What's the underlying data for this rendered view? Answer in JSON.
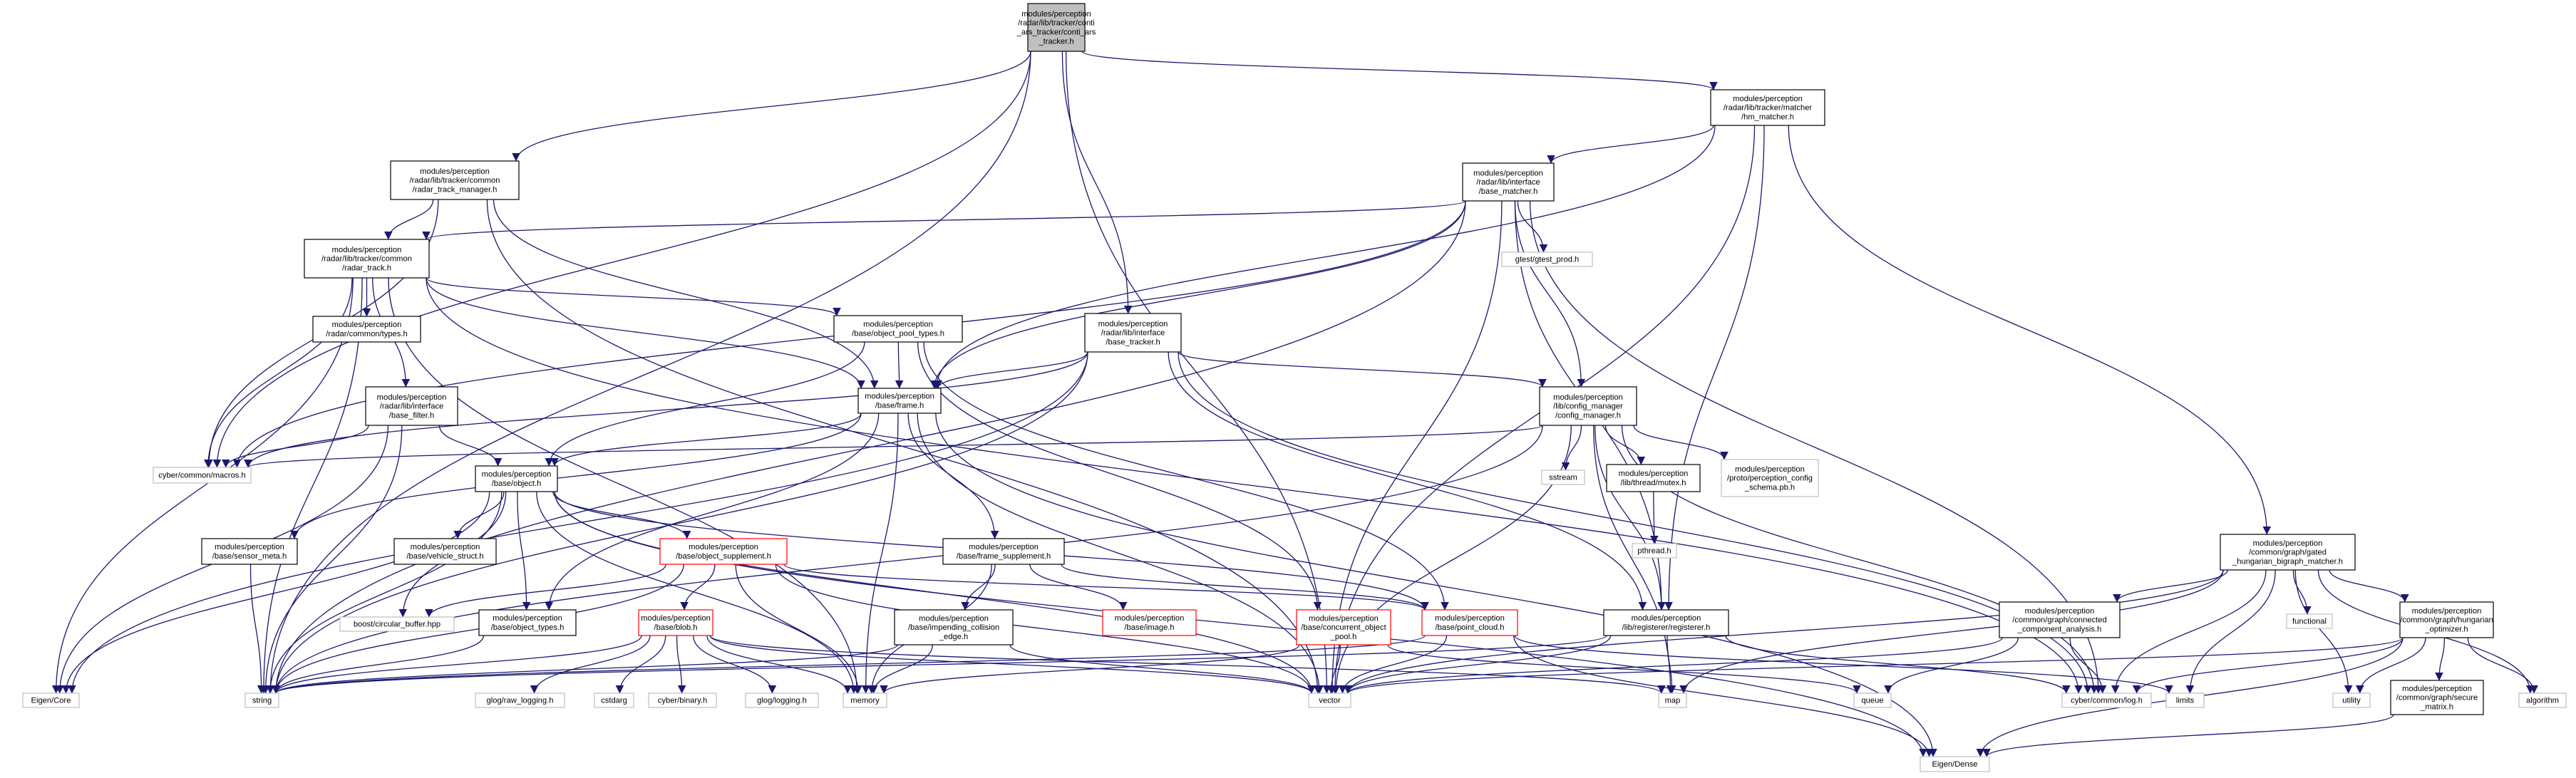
{
  "nodes": [
    {
      "id": "conti",
      "lines": [
        "modules/perception",
        "/radar/lib/tracker/conti",
        "_ars_tracker/conti_ars",
        "_tracker.h"
      ],
      "style": "root"
    },
    {
      "id": "hm_matcher",
      "lines": [
        "modules/perception",
        "/radar/lib/tracker/matcher",
        "/hm_matcher.h"
      ],
      "style": "normal"
    },
    {
      "id": "radar_track_manager",
      "lines": [
        "modules/perception",
        "/radar/lib/tracker/common",
        "/radar_track_manager.h"
      ],
      "style": "normal"
    },
    {
      "id": "base_matcher",
      "lines": [
        "modules/perception",
        "/radar/lib/interface",
        "/base_matcher.h"
      ],
      "style": "normal"
    },
    {
      "id": "radar_track",
      "lines": [
        "modules/perception",
        "/radar/lib/tracker/common",
        "/radar_track.h"
      ],
      "style": "normal"
    },
    {
      "id": "gtest_prod",
      "lines": [
        "gtest/gtest_prod.h"
      ],
      "style": "ext"
    },
    {
      "id": "radar_types",
      "lines": [
        "modules/perception",
        "/radar/common/types.h"
      ],
      "style": "normal"
    },
    {
      "id": "object_pool_types",
      "lines": [
        "modules/perception",
        "/base/object_pool_types.h"
      ],
      "style": "normal"
    },
    {
      "id": "base_tracker",
      "lines": [
        "modules/perception",
        "/radar/lib/interface",
        "/base_tracker.h"
      ],
      "style": "normal"
    },
    {
      "id": "base_filter",
      "lines": [
        "modules/perception",
        "/radar/lib/interface",
        "/base_filter.h"
      ],
      "style": "normal"
    },
    {
      "id": "frame",
      "lines": [
        "modules/perception",
        "/base/frame.h"
      ],
      "style": "normal"
    },
    {
      "id": "config_manager",
      "lines": [
        "modules/perception",
        "/lib/config_manager",
        "/config_manager.h"
      ],
      "style": "normal"
    },
    {
      "id": "macros",
      "lines": [
        "cyber/common/macros.h"
      ],
      "style": "ext"
    },
    {
      "id": "object",
      "lines": [
        "modules/perception",
        "/base/object.h"
      ],
      "style": "normal"
    },
    {
      "id": "sstream",
      "lines": [
        "sstream"
      ],
      "style": "ext"
    },
    {
      "id": "thread_mutex",
      "lines": [
        "modules/perception",
        "/lib/thread/mutex.h"
      ],
      "style": "normal"
    },
    {
      "id": "pc_schema",
      "lines": [
        "modules/perception",
        "/proto/perception_config",
        "_schema.pb.h"
      ],
      "style": "ext"
    },
    {
      "id": "pthread",
      "lines": [
        "pthread.h"
      ],
      "style": "ext"
    },
    {
      "id": "sensor_meta",
      "lines": [
        "modules/perception",
        "/base/sensor_meta.h"
      ],
      "style": "normal"
    },
    {
      "id": "vehicle_struct",
      "lines": [
        "modules/perception",
        "/base/vehicle_struct.h"
      ],
      "style": "normal"
    },
    {
      "id": "object_supplement",
      "lines": [
        "modules/perception",
        "/base/object_supplement.h"
      ],
      "style": "red"
    },
    {
      "id": "frame_supplement",
      "lines": [
        "modules/perception",
        "/base/frame_supplement.h"
      ],
      "style": "normal"
    },
    {
      "id": "gated_hungarian",
      "lines": [
        "modules/perception",
        "/common/graph/gated",
        "_hungarian_bigraph_matcher.h"
      ],
      "style": "normal"
    },
    {
      "id": "circular_buffer",
      "lines": [
        "boost/circular_buffer.hpp"
      ],
      "style": "ext"
    },
    {
      "id": "object_types",
      "lines": [
        "modules/perception",
        "/base/object_types.h"
      ],
      "style": "normal"
    },
    {
      "id": "blob",
      "lines": [
        "modules/perception",
        "/base/blob.h"
      ],
      "style": "red"
    },
    {
      "id": "impending_collision",
      "lines": [
        "modules/perception",
        "/base/impending_collision",
        "_edge.h"
      ],
      "style": "normal"
    },
    {
      "id": "image",
      "lines": [
        "modules/perception",
        "/base/image.h"
      ],
      "style": "red"
    },
    {
      "id": "concurrent_pool",
      "lines": [
        "modules/perception",
        "/base/concurrent_object",
        "_pool.h"
      ],
      "style": "red"
    },
    {
      "id": "point_cloud",
      "lines": [
        "modules/perception",
        "/base/point_cloud.h"
      ],
      "style": "red"
    },
    {
      "id": "registerer",
      "lines": [
        "modules/perception",
        "/lib/registerer/registerer.h"
      ],
      "style": "normal"
    },
    {
      "id": "connected_component",
      "lines": [
        "modules/perception",
        "/common/graph/connected",
        "_component_analysis.h"
      ],
      "style": "normal"
    },
    {
      "id": "functional",
      "lines": [
        "functional"
      ],
      "style": "ext"
    },
    {
      "id": "hungarian_optimizer",
      "lines": [
        "modules/perception",
        "/common/graph/hungarian",
        "_optimizer.h"
      ],
      "style": "normal"
    },
    {
      "id": "secure_matrix",
      "lines": [
        "modules/perception",
        "/common/graph/secure",
        "_matrix.h"
      ],
      "style": "normal"
    },
    {
      "id": "eigen_core",
      "lines": [
        "Eigen/Core"
      ],
      "style": "ext"
    },
    {
      "id": "string",
      "lines": [
        "string"
      ],
      "style": "ext"
    },
    {
      "id": "raw_logging",
      "lines": [
        "glog/raw_logging.h"
      ],
      "style": "ext"
    },
    {
      "id": "cstdarg",
      "lines": [
        "cstdarg"
      ],
      "style": "ext"
    },
    {
      "id": "cyber_binary",
      "lines": [
        "cyber/binary.h"
      ],
      "style": "ext"
    },
    {
      "id": "glog_logging",
      "lines": [
        "glog/logging.h"
      ],
      "style": "ext"
    },
    {
      "id": "memory",
      "lines": [
        "memory"
      ],
      "style": "ext"
    },
    {
      "id": "vector",
      "lines": [
        "vector"
      ],
      "style": "ext"
    },
    {
      "id": "map",
      "lines": [
        "map"
      ],
      "style": "ext"
    },
    {
      "id": "queue",
      "lines": [
        "queue"
      ],
      "style": "ext"
    },
    {
      "id": "cyber_log",
      "lines": [
        "cyber/common/log.h"
      ],
      "style": "ext"
    },
    {
      "id": "limits",
      "lines": [
        "limits"
      ],
      "style": "ext"
    },
    {
      "id": "utility",
      "lines": [
        "utility"
      ],
      "style": "ext"
    },
    {
      "id": "algorithm",
      "lines": [
        "algorithm"
      ],
      "style": "ext"
    },
    {
      "id": "eigen_dense",
      "lines": [
        "Eigen/Dense"
      ],
      "style": "ext"
    }
  ],
  "edges": [
    [
      "conti",
      "hm_matcher"
    ],
    [
      "conti",
      "radar_track_manager"
    ],
    [
      "conti",
      "base_tracker"
    ],
    [
      "conti",
      "macros"
    ],
    [
      "conti",
      "string"
    ],
    [
      "conti",
      "vector"
    ],
    [
      "hm_matcher",
      "base_matcher"
    ],
    [
      "hm_matcher",
      "frame"
    ],
    [
      "hm_matcher",
      "gated_hungarian"
    ],
    [
      "hm_matcher",
      "registerer"
    ],
    [
      "hm_matcher",
      "vector"
    ],
    [
      "radar_track_manager",
      "radar_track"
    ],
    [
      "radar_track_manager",
      "frame"
    ],
    [
      "radar_track_manager",
      "macros"
    ],
    [
      "radar_track_manager",
      "vector"
    ],
    [
      "base_matcher",
      "radar_track"
    ],
    [
      "base_matcher",
      "frame"
    ],
    [
      "base_matcher",
      "gtest_prod"
    ],
    [
      "base_matcher",
      "config_manager"
    ],
    [
      "base_matcher",
      "registerer"
    ],
    [
      "base_matcher",
      "macros"
    ],
    [
      "base_matcher",
      "string"
    ],
    [
      "base_matcher",
      "vector"
    ],
    [
      "base_matcher",
      "cyber_log"
    ],
    [
      "radar_track",
      "radar_types"
    ],
    [
      "radar_track",
      "object_pool_types"
    ],
    [
      "radar_track",
      "base_filter"
    ],
    [
      "radar_track",
      "frame"
    ],
    [
      "radar_track",
      "macros"
    ],
    [
      "radar_track",
      "eigen_core"
    ],
    [
      "radar_track",
      "string"
    ],
    [
      "radar_track",
      "memory"
    ],
    [
      "radar_track",
      "cyber_log"
    ],
    [
      "object_pool_types",
      "frame"
    ],
    [
      "object_pool_types",
      "object"
    ],
    [
      "object_pool_types",
      "concurrent_pool"
    ],
    [
      "object_pool_types",
      "point_cloud"
    ],
    [
      "base_tracker",
      "frame"
    ],
    [
      "base_tracker",
      "config_manager"
    ],
    [
      "base_tracker",
      "registerer"
    ],
    [
      "base_tracker",
      "macros"
    ],
    [
      "base_tracker",
      "string"
    ],
    [
      "base_tracker",
      "cyber_log"
    ],
    [
      "base_tracker",
      "eigen_core"
    ],
    [
      "base_filter",
      "object"
    ],
    [
      "base_filter",
      "macros"
    ],
    [
      "base_filter",
      "string"
    ],
    [
      "base_filter",
      "eigen_core"
    ],
    [
      "frame",
      "object"
    ],
    [
      "frame",
      "sensor_meta"
    ],
    [
      "frame",
      "frame_supplement"
    ],
    [
      "frame",
      "object_types"
    ],
    [
      "frame",
      "memory"
    ],
    [
      "frame",
      "vector"
    ],
    [
      "frame",
      "eigen_dense"
    ],
    [
      "config_manager",
      "sstream"
    ],
    [
      "config_manager",
      "thread_mutex"
    ],
    [
      "config_manager",
      "pc_schema"
    ],
    [
      "config_manager",
      "registerer"
    ],
    [
      "config_manager",
      "macros"
    ],
    [
      "config_manager",
      "string"
    ],
    [
      "config_manager",
      "map"
    ],
    [
      "config_manager",
      "vector"
    ],
    [
      "config_manager",
      "cyber_log"
    ],
    [
      "thread_mutex",
      "pthread"
    ],
    [
      "object",
      "vehicle_struct"
    ],
    [
      "object",
      "object_supplement"
    ],
    [
      "object",
      "object_types"
    ],
    [
      "object",
      "circular_buffer"
    ],
    [
      "object",
      "point_cloud"
    ],
    [
      "object",
      "string"
    ],
    [
      "object",
      "memory"
    ],
    [
      "object",
      "vector"
    ],
    [
      "object",
      "eigen_core"
    ],
    [
      "object",
      "eigen_dense"
    ],
    [
      "sensor_meta",
      "string"
    ],
    [
      "object_supplement",
      "blob"
    ],
    [
      "object_supplement",
      "circular_buffer"
    ],
    [
      "object_supplement",
      "point_cloud"
    ],
    [
      "object_supplement",
      "memory"
    ],
    [
      "object_supplement",
      "string"
    ],
    [
      "object_supplement",
      "vector"
    ],
    [
      "frame_supplement",
      "image"
    ],
    [
      "frame_supplement",
      "impending_collision"
    ],
    [
      "frame_supplement",
      "point_cloud"
    ],
    [
      "frame_supplement",
      "memory"
    ],
    [
      "object_types",
      "string"
    ],
    [
      "blob",
      "raw_logging"
    ],
    [
      "blob",
      "cstdarg"
    ],
    [
      "blob",
      "cyber_binary"
    ],
    [
      "blob",
      "glog_logging"
    ],
    [
      "blob",
      "memory"
    ],
    [
      "blob",
      "string"
    ],
    [
      "blob",
      "vector"
    ],
    [
      "blob",
      "map"
    ],
    [
      "impending_collision",
      "memory"
    ],
    [
      "impending_collision",
      "string"
    ],
    [
      "impending_collision",
      "vector"
    ],
    [
      "concurrent_pool",
      "memory"
    ],
    [
      "concurrent_pool",
      "vector"
    ],
    [
      "concurrent_pool",
      "queue"
    ],
    [
      "point_cloud",
      "vector"
    ],
    [
      "point_cloud",
      "eigen_dense"
    ],
    [
      "point_cloud",
      "string"
    ],
    [
      "point_cloud",
      "limits"
    ],
    [
      "registerer",
      "map"
    ],
    [
      "registerer",
      "string"
    ],
    [
      "registerer",
      "vector"
    ],
    [
      "registerer",
      "cyber_log"
    ],
    [
      "gated_hungarian",
      "connected_component"
    ],
    [
      "gated_hungarian",
      "hungarian_optimizer"
    ],
    [
      "gated_hungarian",
      "functional"
    ],
    [
      "gated_hungarian",
      "utility"
    ],
    [
      "gated_hungarian",
      "vector"
    ],
    [
      "gated_hungarian",
      "map"
    ],
    [
      "gated_hungarian",
      "limits"
    ],
    [
      "gated_hungarian",
      "algorithm"
    ],
    [
      "gated_hungarian",
      "cyber_log"
    ],
    [
      "connected_component",
      "queue"
    ],
    [
      "connected_component",
      "vector"
    ],
    [
      "connected_component",
      "cyber_log"
    ],
    [
      "hungarian_optimizer",
      "secure_matrix"
    ],
    [
      "hungarian_optimizer",
      "utility"
    ],
    [
      "hungarian_optimizer",
      "vector"
    ],
    [
      "hungarian_optimizer",
      "algorithm"
    ],
    [
      "hungarian_optimizer",
      "eigen_dense"
    ],
    [
      "hungarian_optimizer",
      "cyber_log"
    ],
    [
      "secure_matrix",
      "eigen_dense"
    ]
  ]
}
